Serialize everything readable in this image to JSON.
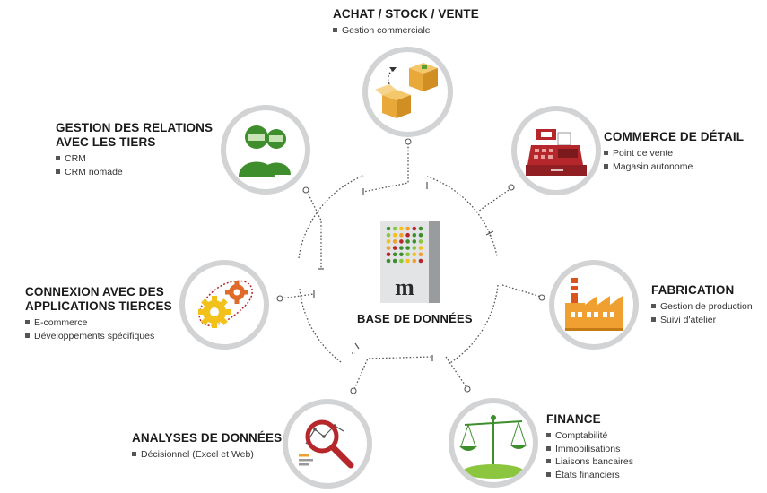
{
  "center": {
    "title": "BASE DE DONNÉES"
  },
  "modules": {
    "achat": {
      "title": "ACHAT / STOCK / VENTE",
      "items": [
        "Gestion commerciale"
      ]
    },
    "commerce": {
      "title": "COMMERCE DE DÉTAIL",
      "items": [
        "Point de vente",
        "Magasin autonome"
      ]
    },
    "fabrication": {
      "title": "FABRICATION",
      "items": [
        "Gestion de production",
        "Suivi d'atelier"
      ]
    },
    "finance": {
      "title": "FINANCE",
      "items": [
        "Comptabilité",
        "Immobilisations",
        "Liaisons bancaires",
        "États financiers"
      ]
    },
    "analyses": {
      "title": "ANALYSES DE DONNÉES",
      "items": [
        "Décisionnel (Excel et Web)"
      ]
    },
    "connexion": {
      "title_line1": "CONNEXION AVEC DES",
      "title_line2": "APPLICATIONS TIERCES",
      "items": [
        "E-commerce",
        "Développements spécifiques"
      ]
    },
    "relations": {
      "title_line1": "GESTION DES RELATIONS",
      "title_line2": "AVEC LES TIERS",
      "items": [
        "CRM",
        "CRM nomade"
      ]
    }
  },
  "colors": {
    "ring": "#d2d3d5",
    "line": "#555555",
    "green": "#3e8e2e",
    "orange": "#f0a030",
    "red": "#b5272b",
    "yellow": "#f2c21b"
  },
  "icons": {
    "achat": "boxes-icon",
    "commerce": "cash-register-icon",
    "fabrication": "factory-icon",
    "finance": "scales-icon",
    "analyses": "magnifier-chart-icon",
    "connexion": "gears-icon",
    "relations": "users-icon",
    "center": "database-server-icon"
  }
}
